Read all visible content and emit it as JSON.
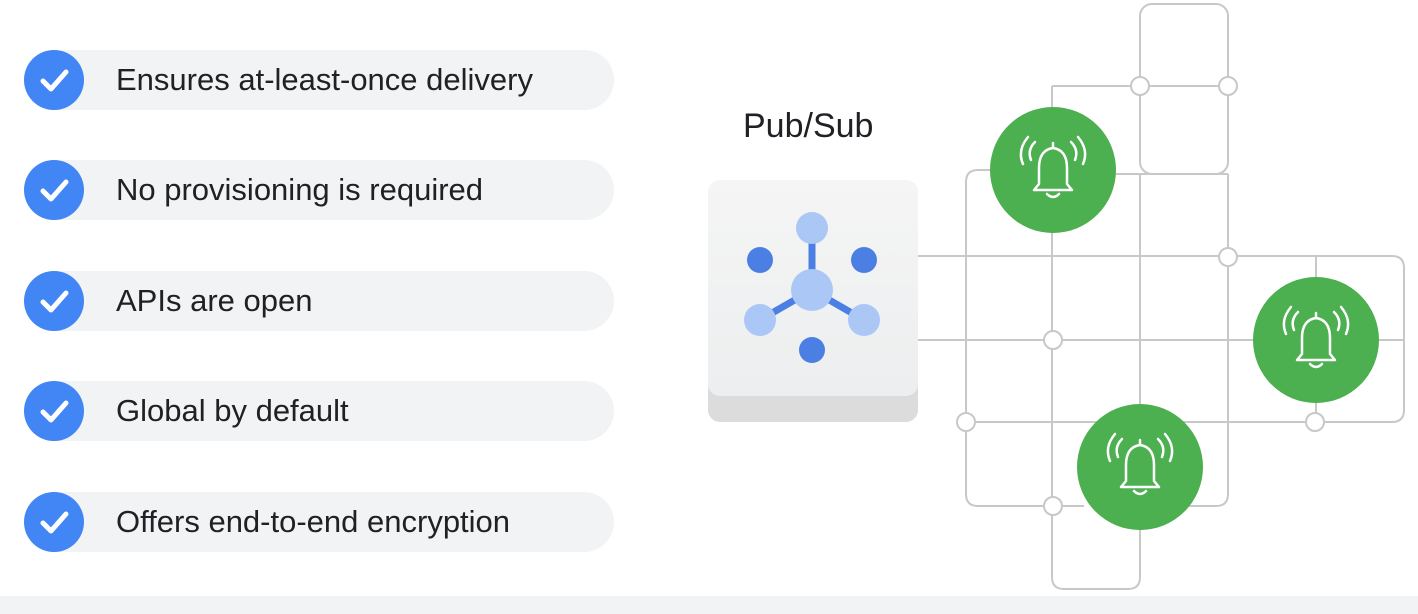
{
  "features": [
    {
      "label": "Ensures at-least-once delivery",
      "icon": "check-icon"
    },
    {
      "label": "No provisioning is required",
      "icon": "check-icon"
    },
    {
      "label": "APIs are open",
      "icon": "check-icon"
    },
    {
      "label": "Global by default",
      "icon": "check-icon"
    },
    {
      "label": "Offers end-to-end encryption",
      "icon": "check-icon"
    }
  ],
  "diagram": {
    "title": "Pub/Sub",
    "hub_icon": "pubsub-icon",
    "subscriber_icon": "bell-icon"
  },
  "colors": {
    "check_blue": "#4285f4",
    "pill_bg": "#f1f3f4",
    "subscriber_green": "#4caf50",
    "hub_dark_blue": "#4c7fe3",
    "hub_light_blue": "#aac7f6",
    "line_gray": "#c4c4c4"
  }
}
